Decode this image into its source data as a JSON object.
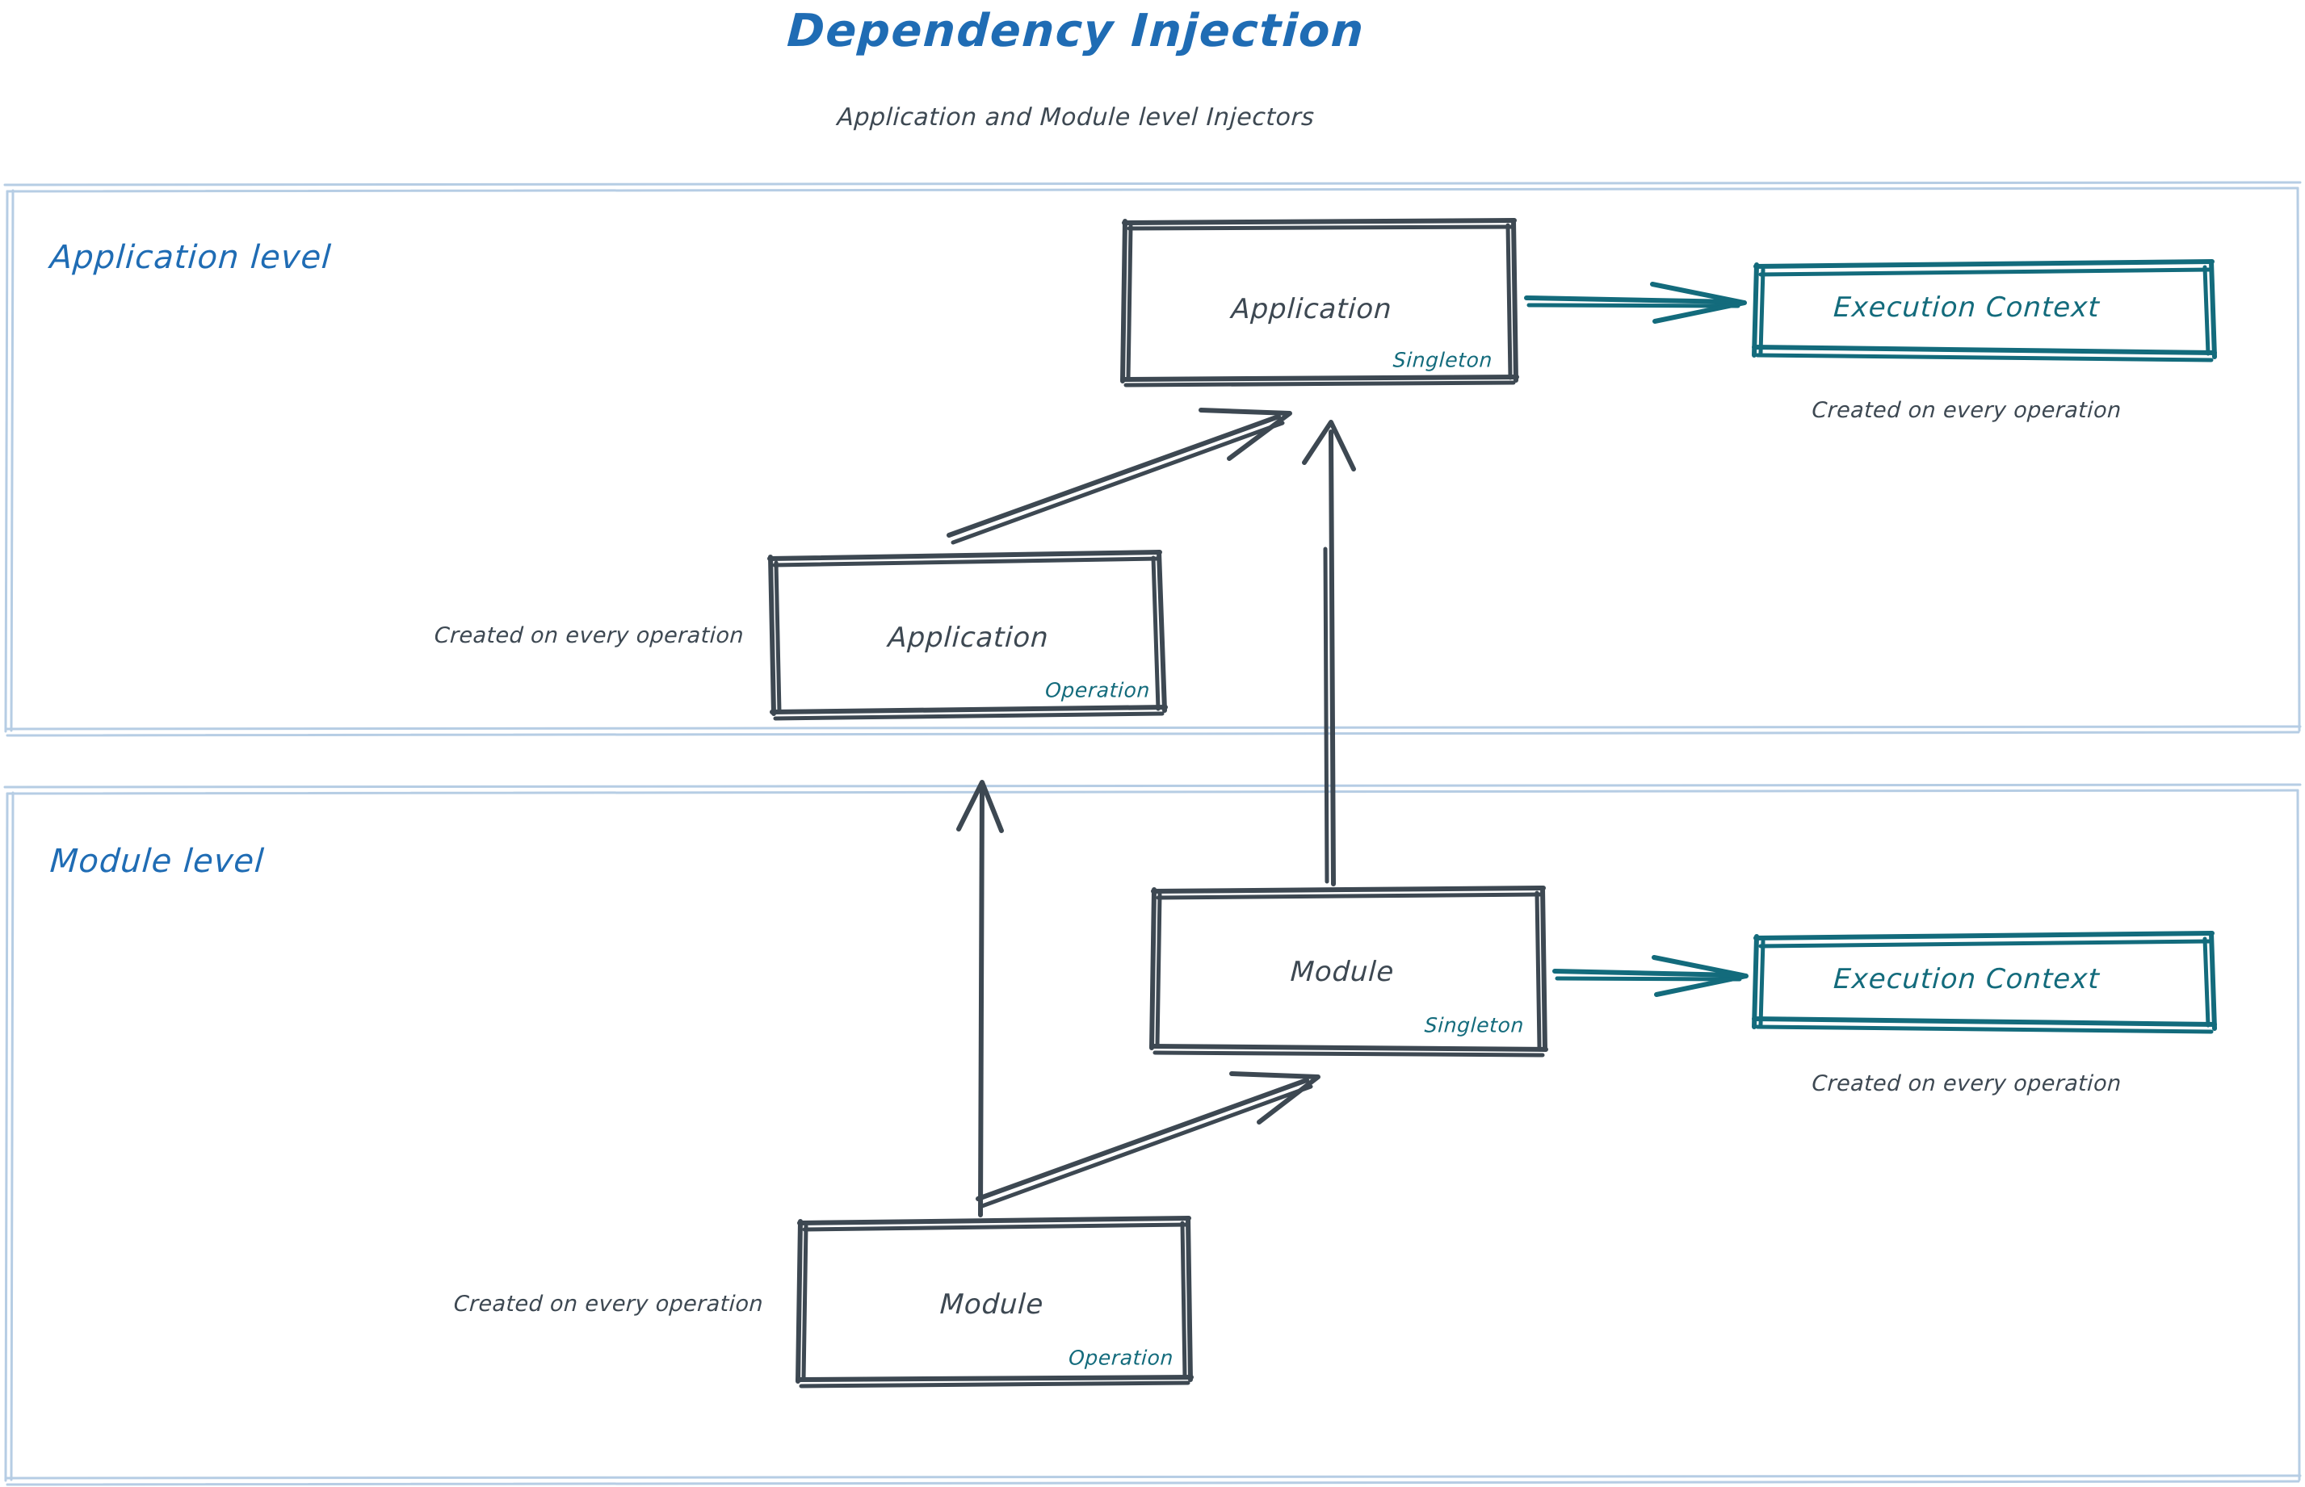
{
  "header": {
    "title": "Dependency Injection",
    "subtitle": "Application and Module level Injectors"
  },
  "colors": {
    "accent_blue": "#1f6cb4",
    "accent_teal": "#136b7c",
    "ink_gray": "#3d4852",
    "zone_border": "#b6cde4"
  },
  "zones": [
    {
      "id": "application-level",
      "label": "Application level",
      "nodes": [
        {
          "id": "application-singleton",
          "title": "Application",
          "scope": "Singleton",
          "style": "gray"
        },
        {
          "id": "application-operation",
          "title": "Application",
          "scope": "Operation",
          "style": "gray",
          "note_left": "Created on every operation"
        },
        {
          "id": "application-execution-context",
          "title": "Execution Context",
          "style": "teal",
          "note_below": "Created on every operation"
        }
      ]
    },
    {
      "id": "module-level",
      "label": "Module level",
      "nodes": [
        {
          "id": "module-singleton",
          "title": "Module",
          "scope": "Singleton",
          "style": "gray"
        },
        {
          "id": "module-operation",
          "title": "Module",
          "scope": "Operation",
          "style": "gray",
          "note_left": "Created on every operation"
        },
        {
          "id": "module-execution-context",
          "title": "Execution Context",
          "style": "teal",
          "note_below": "Created on every operation"
        }
      ]
    }
  ],
  "edges": [
    {
      "id": "app-singleton-to-app-context",
      "from": "application-singleton",
      "to": "application-execution-context",
      "color": "teal"
    },
    {
      "id": "app-operation-to-app-singleton",
      "from": "application-operation",
      "to": "application-singleton",
      "color": "gray"
    },
    {
      "id": "module-singleton-to-app-singleton",
      "from": "module-singleton",
      "to": "application-singleton",
      "color": "gray"
    },
    {
      "id": "module-operation-to-app-operation",
      "from": "module-operation",
      "to": "application-operation",
      "color": "gray"
    },
    {
      "id": "module-operation-to-module-singleton",
      "from": "module-operation",
      "to": "module-singleton",
      "color": "gray"
    },
    {
      "id": "module-singleton-to-module-context",
      "from": "module-singleton",
      "to": "module-execution-context",
      "color": "teal"
    }
  ]
}
